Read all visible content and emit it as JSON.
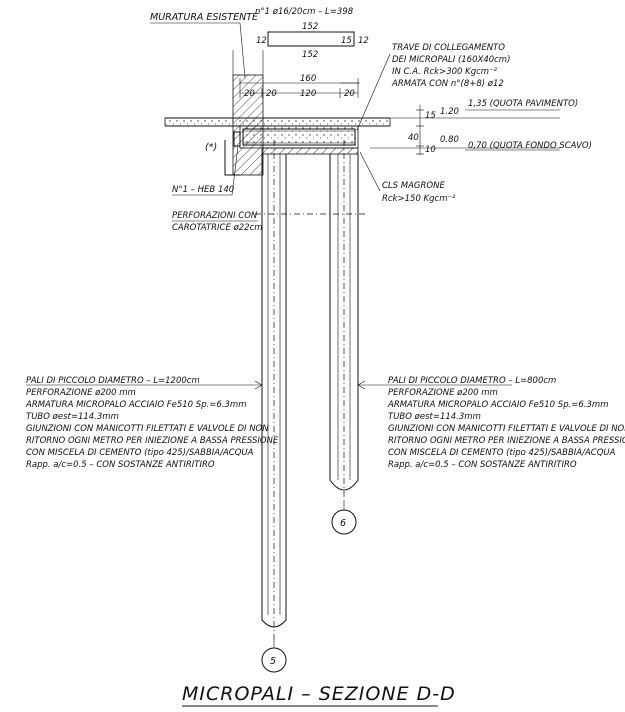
{
  "labels": {
    "muratura": "MURATURA ESISTENTE",
    "top_rebar": "n°1 ø16/20cm – L=398",
    "dim_152_top": "152",
    "dim_152_bot": "152",
    "dim_12_left": "12",
    "dim_15": "15",
    "dim_12_right": "12",
    "trave_1": "TRAVE DI COLLEGAMENTO",
    "trave_2": "DEI MICROPALI (160X40cm)",
    "trave_3": "IN C.A. Rck>300 Kgcm⁻²",
    "trave_4": "ARMATA CON n°(8+8) ø12",
    "dim_160": "160",
    "dim_120": "120",
    "dim_20a": "20",
    "dim_20b": "20",
    "dim_20c": "20",
    "dim_40": "40",
    "dim_15v": "15",
    "dim_10": "10",
    "lvl_120": "1.20",
    "lvl_135": "1,35 (QUOTA PAVIMENTO)",
    "lvl_080": "0.80",
    "lvl_070": "0,70 (QUOTA FONDO SCAVO)",
    "asterisk": "(*)",
    "heb": "N°1 – HEB 140",
    "cls_1": "CLS MAGRONE",
    "cls_2": "Rck>150 Kgcm⁻²",
    "perf_1": "PERFORAZIONI CON",
    "perf_2": "CAROTATRICE ø22cm"
  },
  "left_note": [
    "PALI DI PICCOLO DIAMETRO – L=1200cm",
    "PERFORAZIONE ø200 mm",
    "ARMATURA MICROPALO ACCIAIO Fe510   Sp.=6.3mm",
    "TUBO øest=114.3mm",
    "GIUNZIONI CON MANICOTTI FILETTATI E VALVOLE DI NON",
    "RITORNO OGNI METRO PER INIEZIONE A BASSA PRESSIONE",
    "CON MISCELA DI CEMENTO (tipo 425)/SABBIA/ACQUA",
    "Rapp. a/c=0.5 – CON SOSTANZE ANTIRITIRO"
  ],
  "right_note": [
    "PALI DI PICCOLO DIAMETRO – L=800cm",
    "PERFORAZIONE ø200 mm",
    "ARMATURA MICROPALO ACCIAIO Fe510   Sp.=6.3mm",
    "TUBO øest=114.3mm",
    "GIUNZIONI CON MANICOTTI FILETTATI E VALVOLE DI NON",
    "RITORNO OGNI METRO PER INIEZIONE A BASSA PRESSIONE",
    "CON MISCELA DI CEMENTO (tipo 425)/SABBIA/ACQUA",
    "Rapp. a/c=0.5 – CON SOSTANZE ANTIRITIRO"
  ],
  "markers": {
    "left": "5",
    "right": "6"
  },
  "title": "MICROPALI – SEZIONE D-D"
}
